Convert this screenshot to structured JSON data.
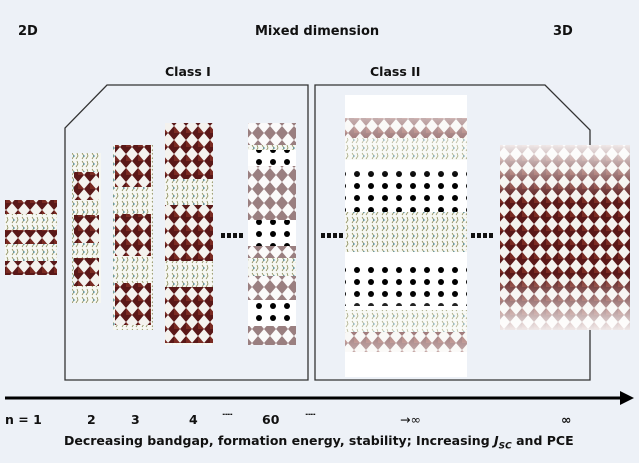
{
  "headers": {
    "left": "2D",
    "middle": "Mixed dimension",
    "right": "3D"
  },
  "classes": {
    "class1": "Class I",
    "class2": "Class II"
  },
  "n_labels": {
    "n1": "n = 1",
    "n2": "2",
    "n3": "3",
    "n4": "4",
    "dots1": "......",
    "n60": "60",
    "dots2": "......",
    "approach_inf": "→∞",
    "inf": "∞"
  },
  "caption": {
    "part1": "Decreasing bandgap, formation energy, stability; Increasing ",
    "jsc_j": "J",
    "jsc_sub": "SC",
    "part2": " and PCE"
  },
  "colors": {
    "octahedra": "#5a1818",
    "background": "#edf1f7",
    "frame": "#333333"
  }
}
